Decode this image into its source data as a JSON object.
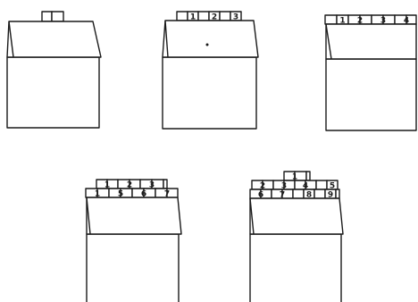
{
  "figures": [
    {
      "id": "figure-1",
      "rows": [
        {
          "labels": [
            "",
            ""
          ]
        }
      ]
    },
    {
      "id": "figure-2",
      "rows": [
        {
          "labels": [
            "1",
            "2",
            "3"
          ]
        }
      ],
      "mark": "dot"
    },
    {
      "id": "figure-3",
      "rows": [
        {
          "labels": [
            "1",
            "2",
            "3",
            "4"
          ]
        }
      ]
    },
    {
      "id": "figure-4",
      "rows": [
        {
          "labels": [
            "1",
            "2",
            "3"
          ]
        },
        {
          "labels": [
            "1",
            "5",
            "6",
            "7"
          ]
        }
      ]
    },
    {
      "id": "figure-5",
      "rows": [
        {
          "labels": [
            "1"
          ]
        },
        {
          "labels": [
            "2",
            "3",
            "4",
            "5"
          ]
        },
        {
          "labels": [
            "6",
            "7",
            "8",
            "9"
          ]
        }
      ]
    }
  ]
}
